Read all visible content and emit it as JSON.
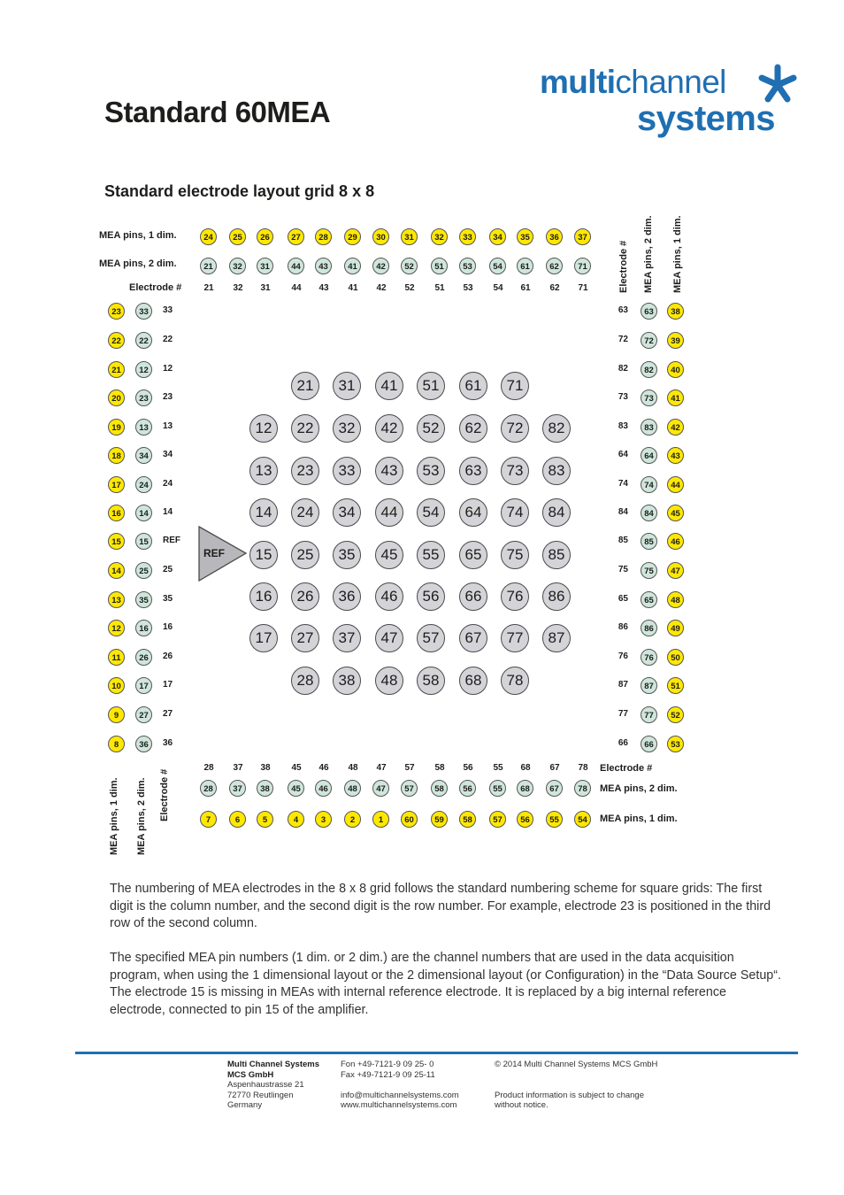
{
  "title": "Standard 60MEA",
  "logo": {
    "part1": "multi",
    "part2": "channel",
    "part3": "systems"
  },
  "subtitle": "Standard electrode layout grid 8 x 8",
  "labels": {
    "mea1": "MEA pins, 1 dim.",
    "mea2": "MEA pins, 2 dim.",
    "electrode": "Electrode #",
    "ref": "REF"
  },
  "top": {
    "mea1": [
      "24",
      "25",
      "26",
      "27",
      "28",
      "29",
      "30",
      "31",
      "32",
      "33",
      "34",
      "35",
      "36",
      "37"
    ],
    "mea2": [
      "21",
      "32",
      "31",
      "44",
      "43",
      "41",
      "42",
      "52",
      "51",
      "53",
      "54",
      "61",
      "62",
      "71"
    ],
    "elec": [
      "21",
      "32",
      "31",
      "44",
      "43",
      "41",
      "42",
      "52",
      "51",
      "53",
      "54",
      "61",
      "62",
      "71"
    ]
  },
  "bottom": {
    "elec": [
      "28",
      "37",
      "38",
      "45",
      "46",
      "48",
      "47",
      "57",
      "58",
      "56",
      "55",
      "68",
      "67",
      "78"
    ],
    "mea2": [
      "28",
      "37",
      "38",
      "45",
      "46",
      "48",
      "47",
      "57",
      "58",
      "56",
      "55",
      "68",
      "67",
      "78"
    ],
    "mea1": [
      "7",
      "6",
      "5",
      "4",
      "3",
      "2",
      "1",
      "60",
      "59",
      "58",
      "57",
      "56",
      "55",
      "54"
    ]
  },
  "left": {
    "mea1": [
      "23",
      "22",
      "21",
      "20",
      "19",
      "18",
      "17",
      "16",
      "15",
      "14",
      "13",
      "12",
      "11",
      "10",
      "9",
      "8"
    ],
    "mea2": [
      "33",
      "22",
      "12",
      "23",
      "13",
      "34",
      "24",
      "14",
      "15",
      "25",
      "35",
      "16",
      "26",
      "17",
      "27",
      "36"
    ],
    "elec": [
      "33",
      "22",
      "12",
      "23",
      "13",
      "34",
      "24",
      "14",
      "REF",
      "25",
      "35",
      "16",
      "26",
      "17",
      "27",
      "36"
    ]
  },
  "right": {
    "elec": [
      "63",
      "72",
      "82",
      "73",
      "83",
      "64",
      "74",
      "84",
      "85",
      "75",
      "65",
      "86",
      "76",
      "87",
      "77",
      "66"
    ],
    "mea2": [
      "63",
      "72",
      "82",
      "73",
      "83",
      "64",
      "74",
      "84",
      "85",
      "75",
      "65",
      "86",
      "76",
      "87",
      "77",
      "66"
    ],
    "mea1": [
      "38",
      "39",
      "40",
      "41",
      "42",
      "43",
      "44",
      "45",
      "46",
      "47",
      "48",
      "49",
      "50",
      "51",
      "52",
      "53"
    ]
  },
  "grid": [
    [
      "",
      "21",
      "31",
      "41",
      "51",
      "61",
      "71",
      ""
    ],
    [
      "12",
      "22",
      "32",
      "42",
      "52",
      "62",
      "72",
      "82"
    ],
    [
      "13",
      "23",
      "33",
      "43",
      "53",
      "63",
      "73",
      "83"
    ],
    [
      "14",
      "24",
      "34",
      "44",
      "54",
      "64",
      "74",
      "84"
    ],
    [
      "15",
      "25",
      "35",
      "45",
      "55",
      "65",
      "75",
      "85"
    ],
    [
      "16",
      "26",
      "36",
      "46",
      "56",
      "66",
      "76",
      "86"
    ],
    [
      "17",
      "27",
      "37",
      "47",
      "57",
      "67",
      "77",
      "87"
    ],
    [
      "",
      "28",
      "38",
      "48",
      "58",
      "68",
      "78",
      ""
    ]
  ],
  "paragraph1": "The numbering of MEA electrodes in the 8 x 8 grid follows the standard numbering scheme for square grids: The first digit is the column number, and the second digit is the row number. For example, electrode 23 is positioned in the third row of the second column.",
  "paragraph2": "The specified MEA pin numbers (1 dim. or 2 dim.) are the channel numbers that are used in the data acquisition program, when using the 1 dimensional layout or the 2 dimensional layout (or Configuration) in the “Data Source Setup“. The electrode 15 is missing in MEAs with internal reference electrode. It is replaced by a big internal reference electrode, connected to pin 15 of the amplifier.",
  "footer": {
    "company1": "Multi Channel Systems",
    "company2": "MCS GmbH",
    "street": "Aspenhaustrasse 21",
    "city": "72770 Reutlingen",
    "country": "Germany",
    "fon": "Fon +49-7121-9 09 25- 0",
    "fax": "Fax +49-7121-9 09 25-11",
    "email": "info@multichannelsystems.com",
    "web": "www.multichannelsystems.com",
    "copyright": "© 2014 Multi Channel Systems MCS GmbH",
    "notice1": "Product information is subject to change",
    "notice2": "without notice."
  }
}
